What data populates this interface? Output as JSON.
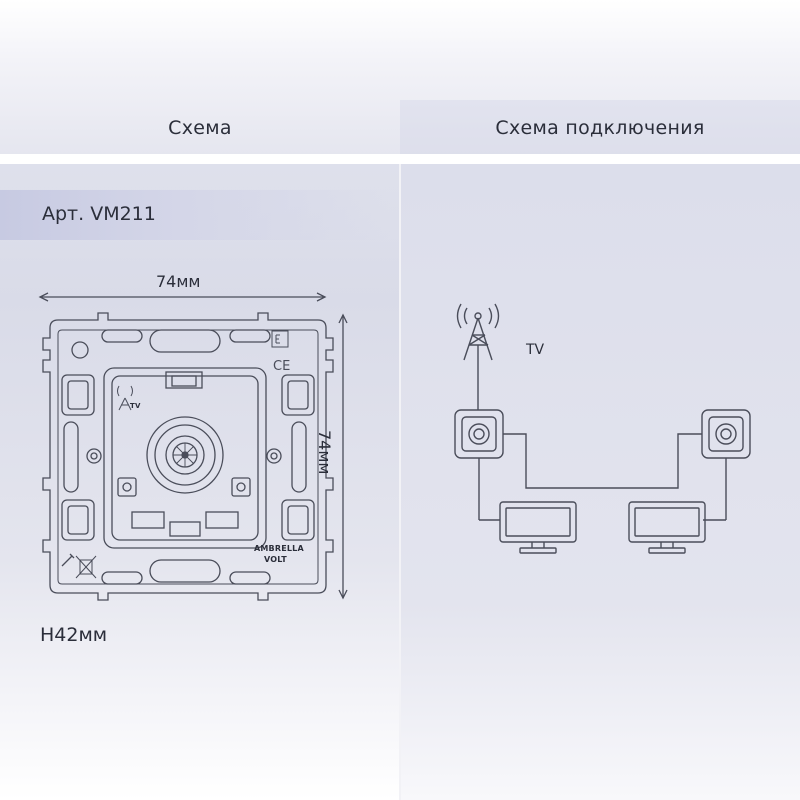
{
  "header": {
    "tab_left": "Схема",
    "tab_right": "Схема подключения"
  },
  "left": {
    "article": "Арт. VM211",
    "width_dim": "74мм",
    "height_dim": "74мм",
    "depth": "H42мм",
    "brand_line1": "AMBRELLA",
    "brand_line2": "VOLT",
    "icon_label": "TV"
  },
  "right": {
    "tv_label": "TV"
  },
  "colors": {
    "line": "#4a4d5a",
    "panel_gray": "#dfe1ec"
  },
  "icons": [
    "antenna-icon",
    "tv-socket-icon",
    "monitor-icon",
    "eac-mark-icon",
    "ce-mark-icon",
    "ground-icon",
    "tool-icon",
    "no-bin-icon"
  ]
}
